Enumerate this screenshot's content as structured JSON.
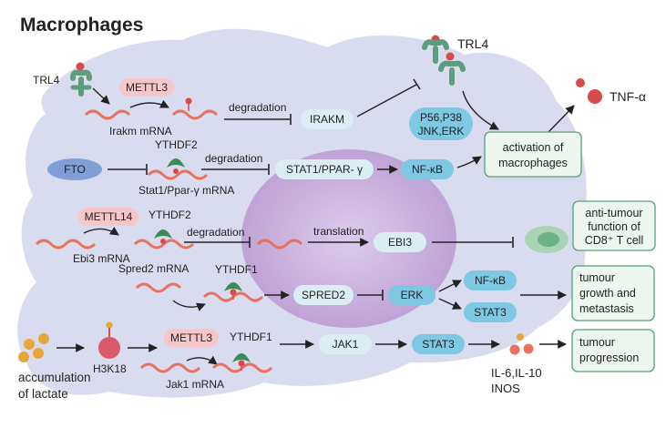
{
  "title": "Macrophages",
  "labels": {
    "trl4_left": "TRL4",
    "trl4_top": "TRL4",
    "mettl3_1": "METTL3",
    "irakm_mrna": "Irakm mRNA",
    "degradation_1": "degradation",
    "irakm": "IRAKM",
    "tnf": "TNF-α",
    "p56": "P56,P38",
    "jnk": "JNK,ERK",
    "activation_1": "activation  of",
    "activation_2": "macrophages",
    "fto": "FTO",
    "ythdf2_1": "YTHDF2",
    "degradation_2": "degradation",
    "stat1_ppar": "STAT1/PPAR- γ",
    "nfkb_1": "NF-κB",
    "stat1_mrna": "Stat1/Ppar-γ mRNA",
    "mettl14": "METTL14",
    "ythdf2_2": "YTHDF2",
    "degradation_3": "degradation",
    "translation": "translation",
    "ebi3": "EBI3",
    "ebi3_mrna": "Ebi3 mRNA",
    "anti_1": "anti-tumour",
    "anti_2": "function of",
    "anti_3": "CD8⁺ T cell",
    "spred2_mrna": "Spred2 mRNA",
    "ythdf1_1": "YTHDF1",
    "spred2": "SPRED2",
    "erk": "ERK",
    "nfkb_2": "NF-κB",
    "stat3_1": "STAT3",
    "growth_1": "tumour",
    "growth_2": "growth and",
    "growth_3": "metastasis",
    "h3k18": "H3K18",
    "mettl3_2": "METTL3",
    "ythdf1_2": "YTHDF1",
    "jak1": "JAK1",
    "stat3_2": "STAT3",
    "prog_1": "tumour",
    "prog_2": "progression",
    "lactate_1": "accumulation",
    "lactate_2": "of lactate",
    "jak1_mrna": "Jak1 mRNA",
    "il6": "IL-6,IL-10",
    "inos": "INOS"
  },
  "colors": {
    "cell": "#d9dcee",
    "nucleus": "#c9b3dc",
    "pill_light": "#d9edf3",
    "pill_blue": "#7ec8e3",
    "fto": "#7f9fd6",
    "mettl": "#f7c6c9",
    "mrna": "#e8725f",
    "receptor": "#5b9d7d",
    "ythdf": "#3e8b5a",
    "red_dot": "#d94b4b",
    "orange": "#e8a53a"
  }
}
